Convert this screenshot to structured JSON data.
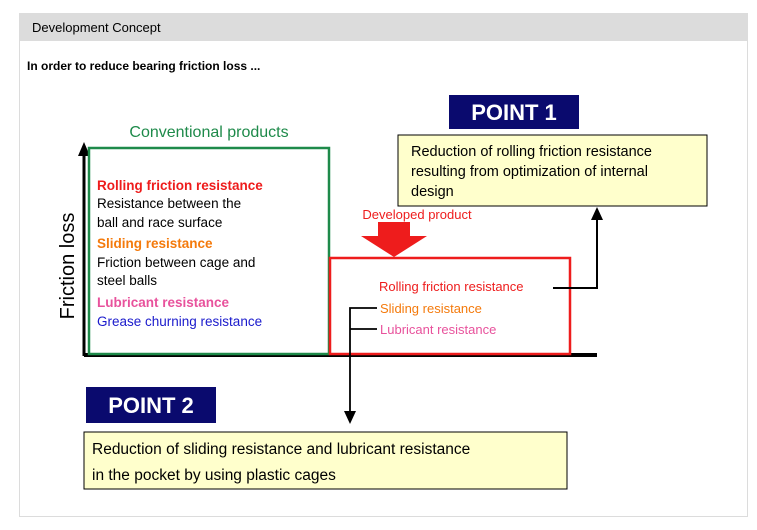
{
  "header": {
    "title": "Development Concept"
  },
  "intro": "In order to reduce bearing friction loss ...",
  "diagram": {
    "y_axis_label": "Friction loss",
    "conventional": {
      "title": "Conventional products",
      "rolling_title": "Rolling friction resistance",
      "rolling_desc_1": "Resistance between the",
      "rolling_desc_2": "ball and race surface",
      "sliding_title": "Sliding resistance",
      "sliding_desc_1": "Friction between cage and",
      "sliding_desc_2": "steel balls",
      "lubricant_title": "Lubricant resistance",
      "lubricant_desc": "Grease churning resistance"
    },
    "developed": {
      "label": "Developed product",
      "rolling": "Rolling friction resistance",
      "sliding": "Sliding resistance",
      "lubricant": "Lubricant resistance"
    },
    "point1": {
      "badge": "POINT 1",
      "line1": "Reduction of rolling friction resistance",
      "line2": "resulting from optimization of internal",
      "line3": "design"
    },
    "point2": {
      "badge": "POINT 2",
      "line1": "Reduction of sliding resistance and lubricant resistance",
      "line2": "in the pocket by using plastic cages"
    }
  },
  "colors": {
    "green": "#1e8a4a",
    "red": "#ee1c1c",
    "orange": "#f47a0c",
    "pink": "#e8529c",
    "blue": "#1a1acc",
    "navy": "#0a0a6e",
    "note_bg": "#ffffcc"
  }
}
